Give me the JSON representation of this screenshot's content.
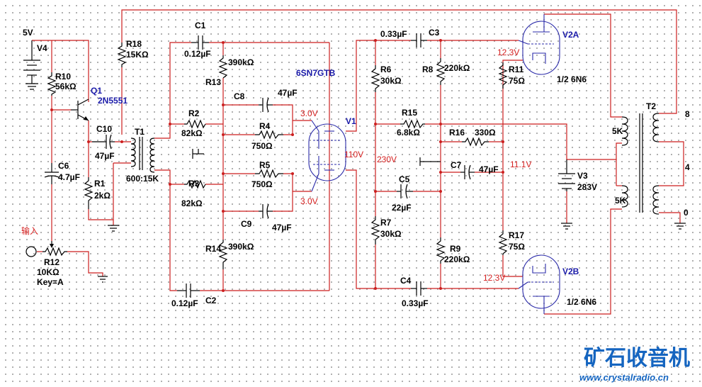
{
  "schematic": {
    "sources": [
      {
        "ref": "5V",
        "kind": "voltage-label"
      },
      {
        "ref": "V4"
      },
      {
        "ref": "V3",
        "value": "283V"
      }
    ],
    "transistor": {
      "ref": "Q1",
      "part": "2N5551"
    },
    "tubes": [
      {
        "ref": "6SN7GTB",
        "designator": "V1"
      },
      {
        "ref": "V2A",
        "part": "1/2 6N6"
      },
      {
        "ref": "V2B",
        "part": "1/2 6N6"
      }
    ],
    "transformers": [
      {
        "ref": "T1",
        "ratio": "600:15K"
      },
      {
        "ref": "T2",
        "taps": [
          "5K",
          "5K",
          "8",
          "4",
          "0"
        ]
      }
    ],
    "resistors": [
      {
        "ref": "R18",
        "value": "15KΩ"
      },
      {
        "ref": "R10",
        "value": "56kΩ"
      },
      {
        "ref": "R1",
        "value": "2kΩ"
      },
      {
        "ref": "R12",
        "value": "10KΩ",
        "extra": "Key=A"
      },
      {
        "ref": "R13",
        "value": "390kΩ"
      },
      {
        "ref": "R2",
        "value": "82kΩ"
      },
      {
        "ref": "R4",
        "value": "750Ω"
      },
      {
        "ref": "R5",
        "value": "750Ω"
      },
      {
        "ref": "R3",
        "value": "82kΩ"
      },
      {
        "ref": "R14",
        "value": "390kΩ"
      },
      {
        "ref": "R6",
        "value": "30kΩ"
      },
      {
        "ref": "R8",
        "value": "220kΩ"
      },
      {
        "ref": "R15",
        "value": "6.8kΩ"
      },
      {
        "ref": "R16",
        "value": "330Ω"
      },
      {
        "ref": "R7",
        "value": "30kΩ"
      },
      {
        "ref": "R9",
        "value": "220kΩ"
      },
      {
        "ref": "R11",
        "value": "75Ω"
      },
      {
        "ref": "R17",
        "value": "75Ω"
      }
    ],
    "capacitors": [
      {
        "ref": "C10",
        "value": "47µF"
      },
      {
        "ref": "C6",
        "value": "4.7µF"
      },
      {
        "ref": "C1",
        "value": "0.12µF"
      },
      {
        "ref": "C2",
        "value": "0.12µF"
      },
      {
        "ref": "C8",
        "value": "47µF"
      },
      {
        "ref": "C9",
        "value": "47µF"
      },
      {
        "ref": "C3",
        "value": "0.33µF"
      },
      {
        "ref": "C4",
        "value": "0.33µF"
      },
      {
        "ref": "C5",
        "value": "22µF"
      },
      {
        "ref": "C7",
        "value": "47µF"
      }
    ],
    "voltages": [
      "3.0V",
      "3.0V",
      "110V",
      "230V",
      "12.3V",
      "12.3V",
      "11.1V"
    ],
    "input_label": "输入"
  },
  "watermark": {
    "title": "矿石收音机",
    "url": "www.crystalradio.cn"
  },
  "colors": {
    "wire": "#cc1f1f",
    "component": "#000000",
    "tube": "#2a2aa8",
    "label_blue": "#1a1aa8",
    "voltage": "#d42020",
    "watermark": "#1565c0"
  }
}
